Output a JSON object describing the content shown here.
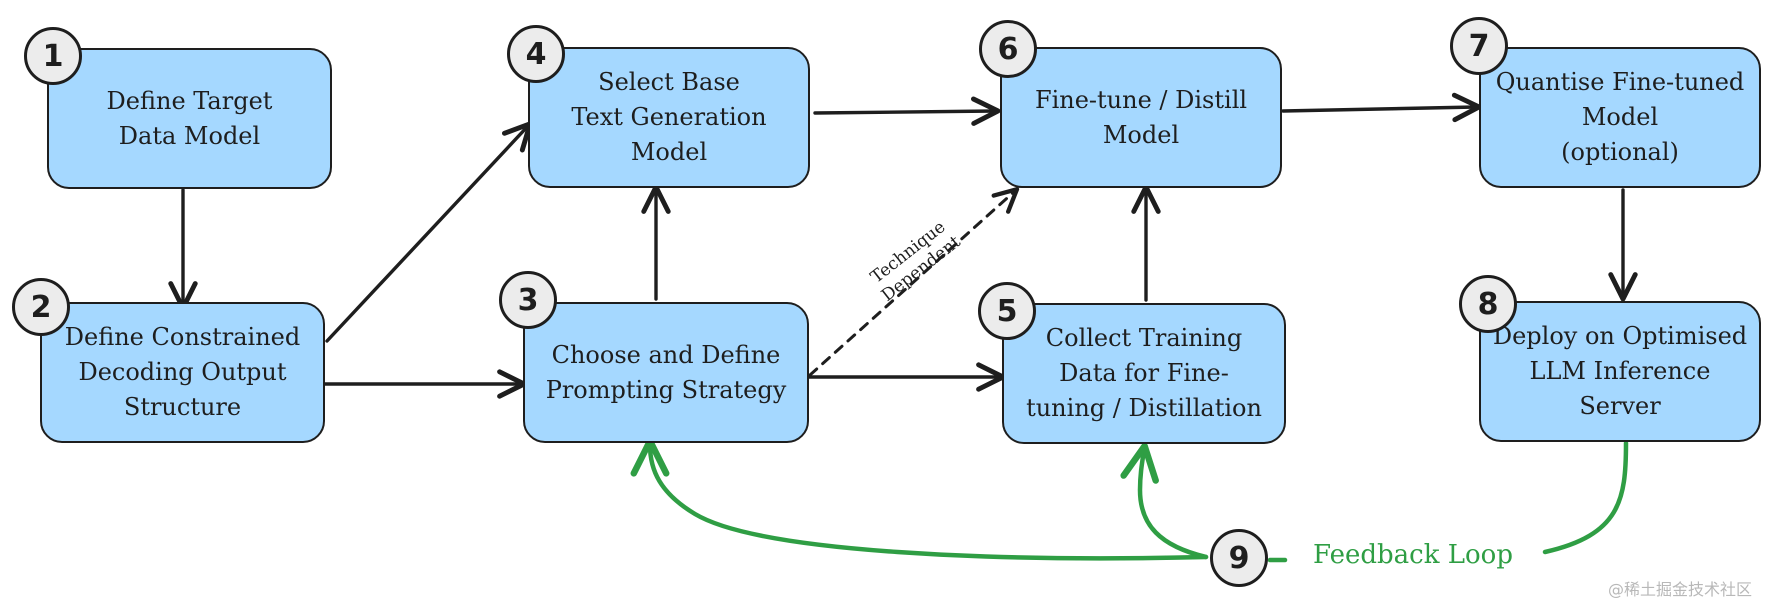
{
  "nodes": [
    {
      "id": "1",
      "label": "Define Target\nData Model"
    },
    {
      "id": "2",
      "label": "Define Constrained\nDecoding Output\nStructure"
    },
    {
      "id": "3",
      "label": "Choose and Define\nPrompting Strategy"
    },
    {
      "id": "4",
      "label": "Select Base\nText Generation\nModel"
    },
    {
      "id": "5",
      "label": "Collect Training\nData for Fine-\ntuning / Distillation"
    },
    {
      "id": "6",
      "label": "Fine-tune / Distill\nModel"
    },
    {
      "id": "7",
      "label": "Quantise Fine-tuned\nModel\n(optional)"
    },
    {
      "id": "8",
      "label": "Deploy on Optimised\nLLM Inference\nServer"
    },
    {
      "id": "9",
      "label": ""
    }
  ],
  "edges": [
    {
      "from": "1",
      "to": "2",
      "style": "solid"
    },
    {
      "from": "2",
      "to": "4",
      "style": "solid"
    },
    {
      "from": "2",
      "to": "3",
      "style": "solid"
    },
    {
      "from": "3",
      "to": "4",
      "style": "solid"
    },
    {
      "from": "4",
      "to": "6",
      "style": "solid"
    },
    {
      "from": "3",
      "to": "5",
      "style": "solid"
    },
    {
      "from": "3",
      "to": "6",
      "style": "dashed",
      "label": "Technique\nDependent"
    },
    {
      "from": "5",
      "to": "6",
      "style": "solid"
    },
    {
      "from": "6",
      "to": "7",
      "style": "solid"
    },
    {
      "from": "7",
      "to": "8",
      "style": "solid"
    },
    {
      "from": "9",
      "to": "3",
      "style": "feedback"
    },
    {
      "from": "9",
      "to": "5",
      "style": "feedback"
    },
    {
      "from": "8",
      "to": "9",
      "style": "feedback"
    }
  ],
  "feedback_label": "Feedback Loop",
  "watermark": "@稀土掘金技术社区",
  "colors": {
    "box_fill": "#a5d8ff",
    "stroke": "#1e1e1e",
    "badge_fill": "#ececec",
    "feedback": "#2f9e44"
  }
}
